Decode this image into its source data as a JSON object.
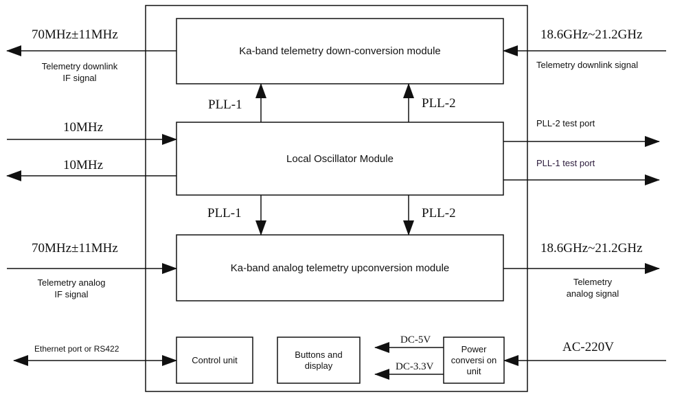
{
  "modules": {
    "downconversion": "Ka-band telemetry down-conversion module",
    "local_oscillator": "Local Oscillator Module",
    "upconversion": "Ka-band analog telemetry upconversion module",
    "control_unit": "Control unit",
    "buttons_display": "Buttons and display",
    "power_unit": "Power conversi on unit"
  },
  "pll": {
    "up_left": "PLL-1",
    "up_right": "PLL-2",
    "down_left": "PLL-1",
    "down_right": "PLL-2"
  },
  "left_signals": {
    "downlink_freq": "70MHz±11MHz",
    "downlink_name_line1": "Telemetry downlink",
    "downlink_name_line2": "IF signal",
    "ref_in": "10MHz",
    "ref_out": "10MHz",
    "analog_freq": "70MHz±11MHz",
    "analog_name_line1": "Telemetry analog",
    "analog_name_line2": "IF signal",
    "ethernet": "Ethernet port or RS422"
  },
  "right_signals": {
    "downlink_freq": "18.6GHz~21.2GHz",
    "downlink_name": "Telemetry downlink signal",
    "pll2_test": "PLL-2 test port",
    "pll1_test": "PLL-1 test port",
    "analog_freq": "18.6GHz~21.2GHz",
    "analog_name_line1": "Telemetry",
    "analog_name_line2": "analog signal",
    "ac": "AC-220V"
  },
  "power": {
    "dc5": "DC-5V",
    "dc33": "DC-3.3V"
  },
  "colors": {
    "line": "#111111",
    "pll1_test_text": "#2a1a3a"
  }
}
